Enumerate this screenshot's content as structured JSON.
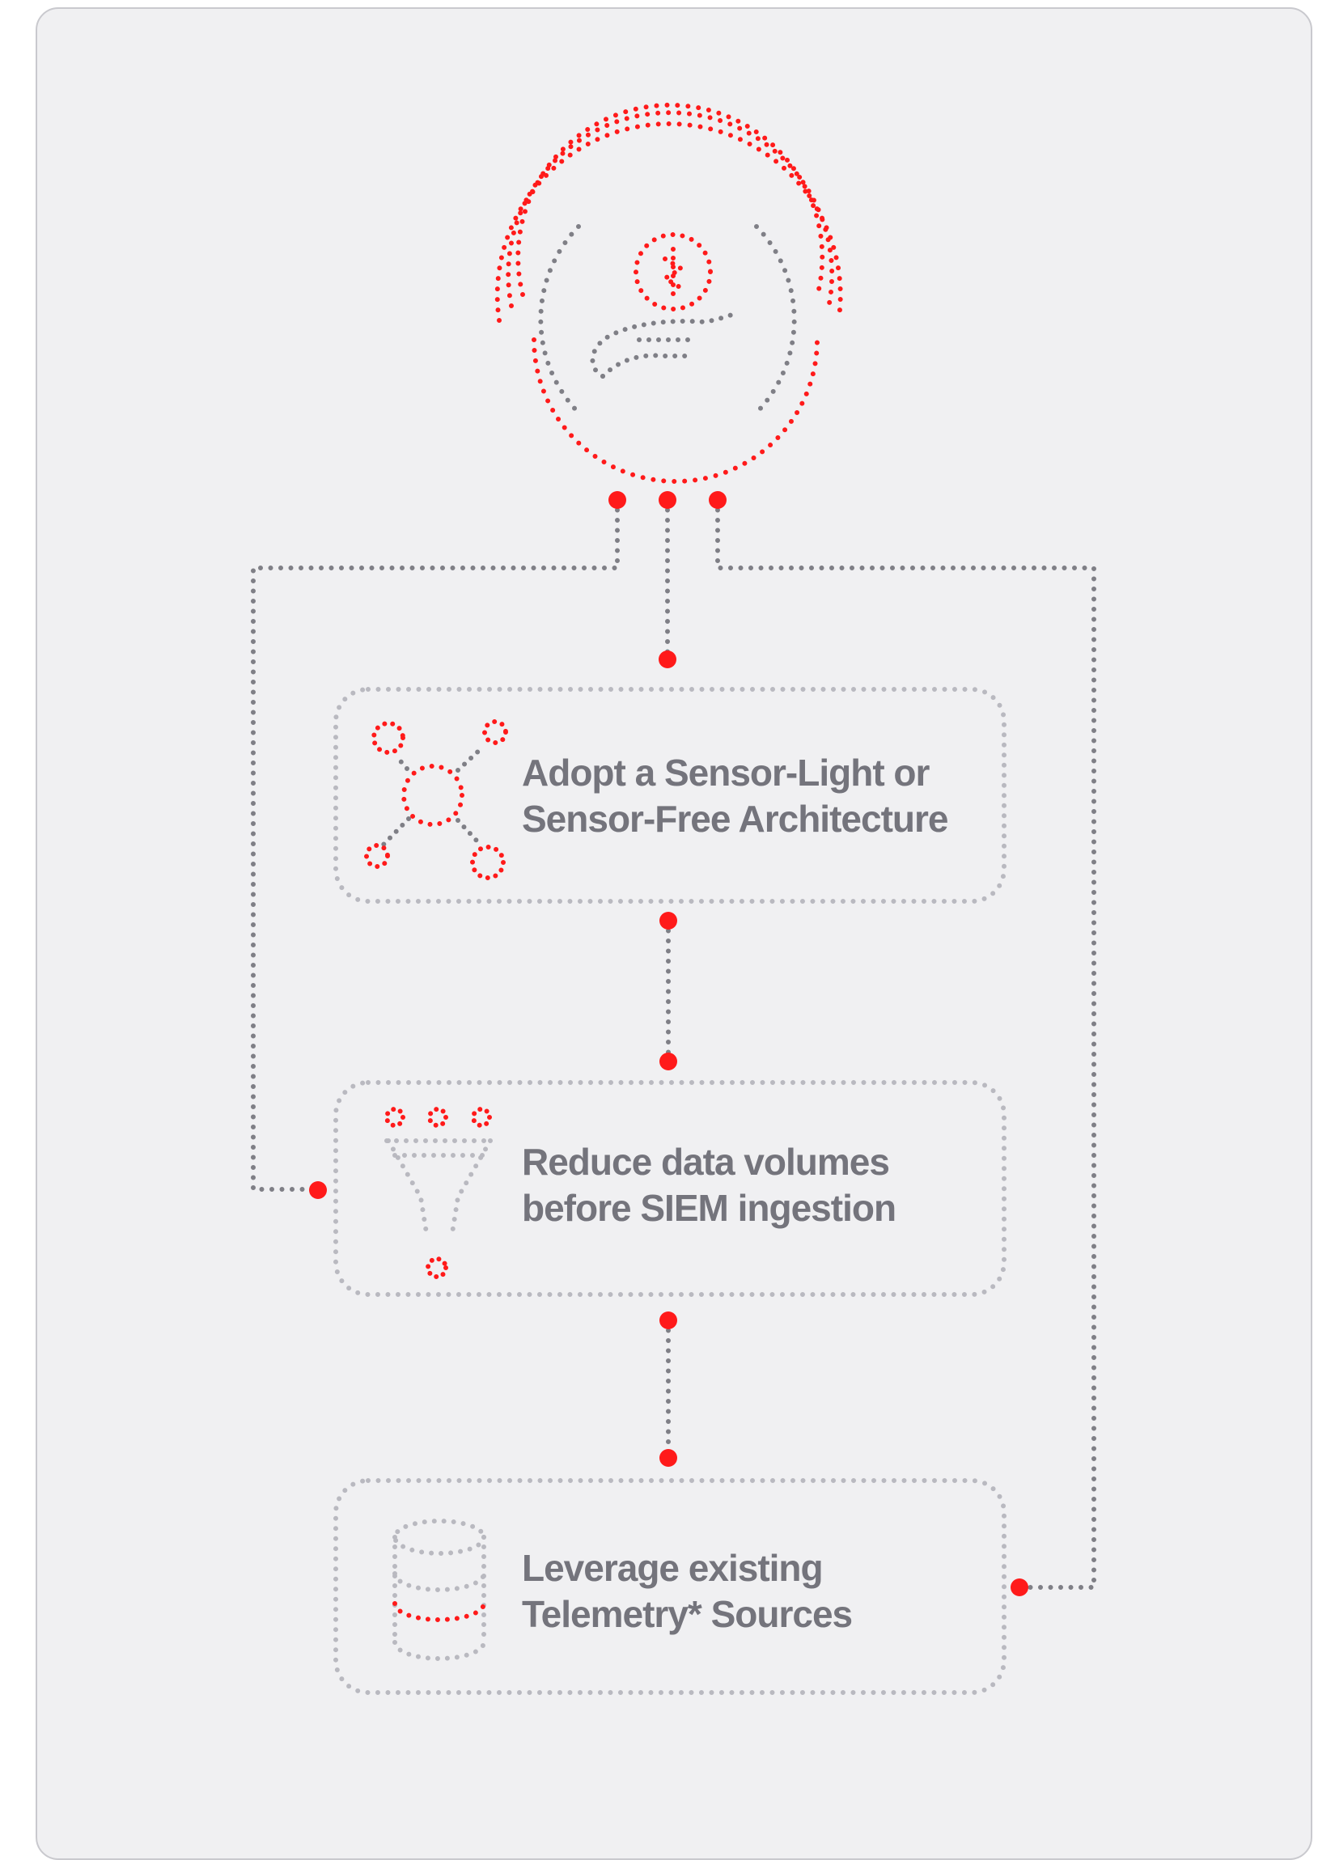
{
  "colors": {
    "accent": "#ff1a1a",
    "connector": "#7f7f86",
    "box_border": "#b9b9c0",
    "text": "#74747c",
    "background": "#f0f0f2"
  },
  "hub": {
    "icon": "hand-holding-coin-icon"
  },
  "steps": [
    {
      "icon": "network-nodes-icon",
      "line1": "Adopt a Sensor-Light or",
      "line2": "Sensor-Free Architecture"
    },
    {
      "icon": "funnel-filter-icon",
      "line1": "Reduce data volumes",
      "line2": "before SIEM ingestion"
    },
    {
      "icon": "database-icon",
      "line1": "Leverage existing",
      "line2": "Telemetry* Sources"
    }
  ]
}
